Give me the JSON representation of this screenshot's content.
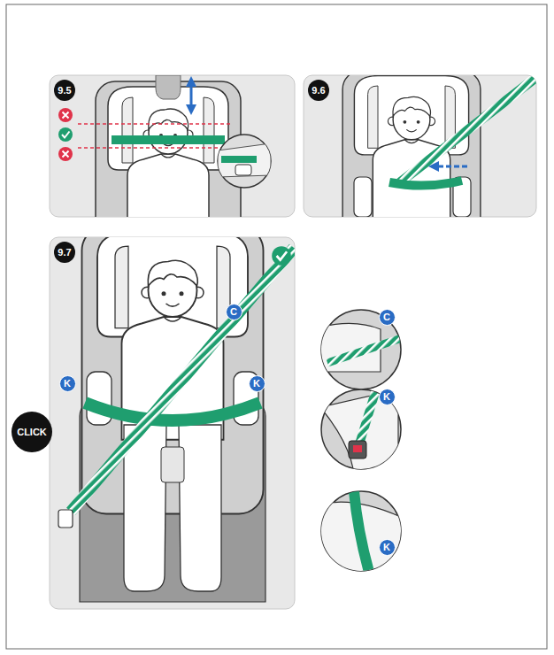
{
  "diagram": {
    "nodes": [
      {
        "text": [
          "9.5"
        ]
      },
      {
        "text": [
          "9.6"
        ]
      },
      {
        "text": [
          "9.7"
        ]
      },
      {
        "text": [
          "C"
        ]
      },
      {
        "text": [
          "C"
        ]
      },
      {
        "text": [
          "K"
        ]
      },
      {
        "text": [
          "K"
        ]
      },
      {
        "text": [
          "K"
        ]
      },
      {
        "text": [
          "CLICK"
        ]
      },
      {
        "text": [
          "K"
        ]
      }
    ]
  }
}
